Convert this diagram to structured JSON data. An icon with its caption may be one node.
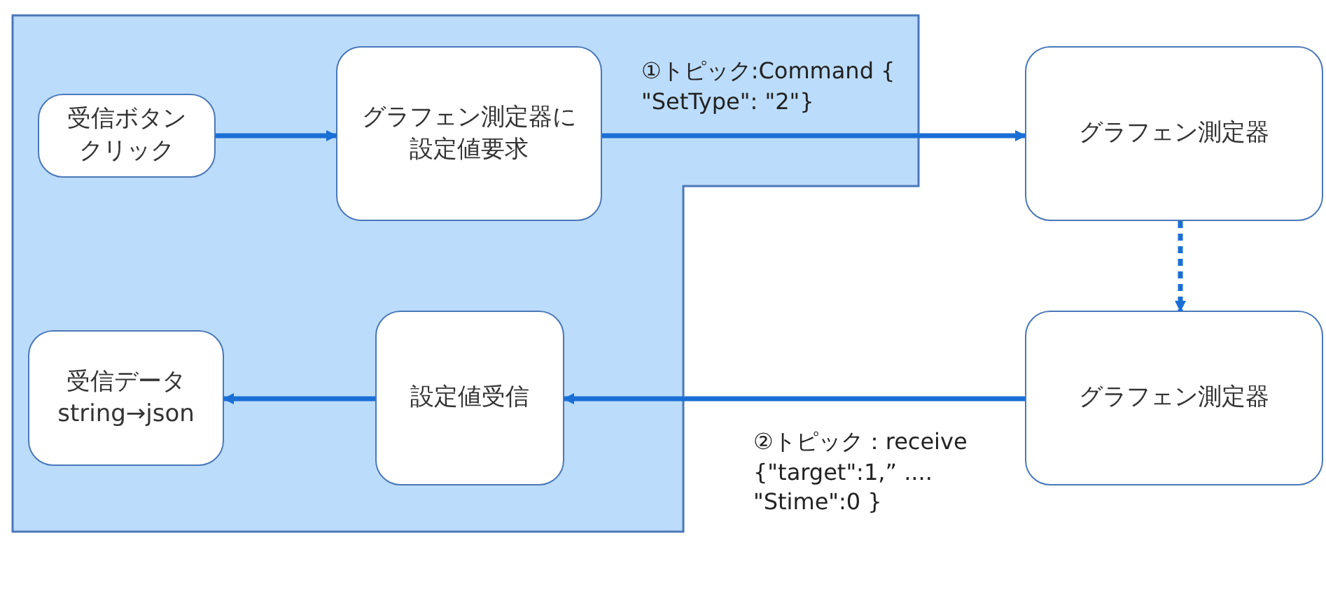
{
  "diagram": {
    "nodes": [
      {
        "text": [],
        "shape": "box"
      },
      {
        "text": [
          "受信ボタンクリック"
        ],
        "in": 0
      },
      {
        "text": [
          "グラフェン測定器に設定値要求"
        ],
        "in": 0
      },
      {
        "text": [
          "グラフェン測定器"
        ]
      },
      {
        "text": [
          "受信データ string→json"
        ],
        "in": 0
      },
      {
        "text": [
          "設定値受信"
        ],
        "in": 0
      },
      {
        "text": [
          "グラフェン測定器"
        ]
      }
    ],
    "edges": [
      {
        "from": 1,
        "to": 2,
        "arrow": "to"
      },
      {
        "from": 2,
        "to": 3,
        "arrow": "to",
        "label": "①トピック:Command { \"SetType\": \"2\"}"
      },
      {
        "from": 3,
        "to": 6,
        "arrow": "to",
        "style": "dashed"
      },
      {
        "from": 6,
        "to": 5,
        "arrow": "to",
        "label": "②トピック：receive {\"target\":1,” .... \"Stime\":0 }"
      },
      {
        "from": 5,
        "to": 4,
        "arrow": "to"
      }
    ]
  }
}
